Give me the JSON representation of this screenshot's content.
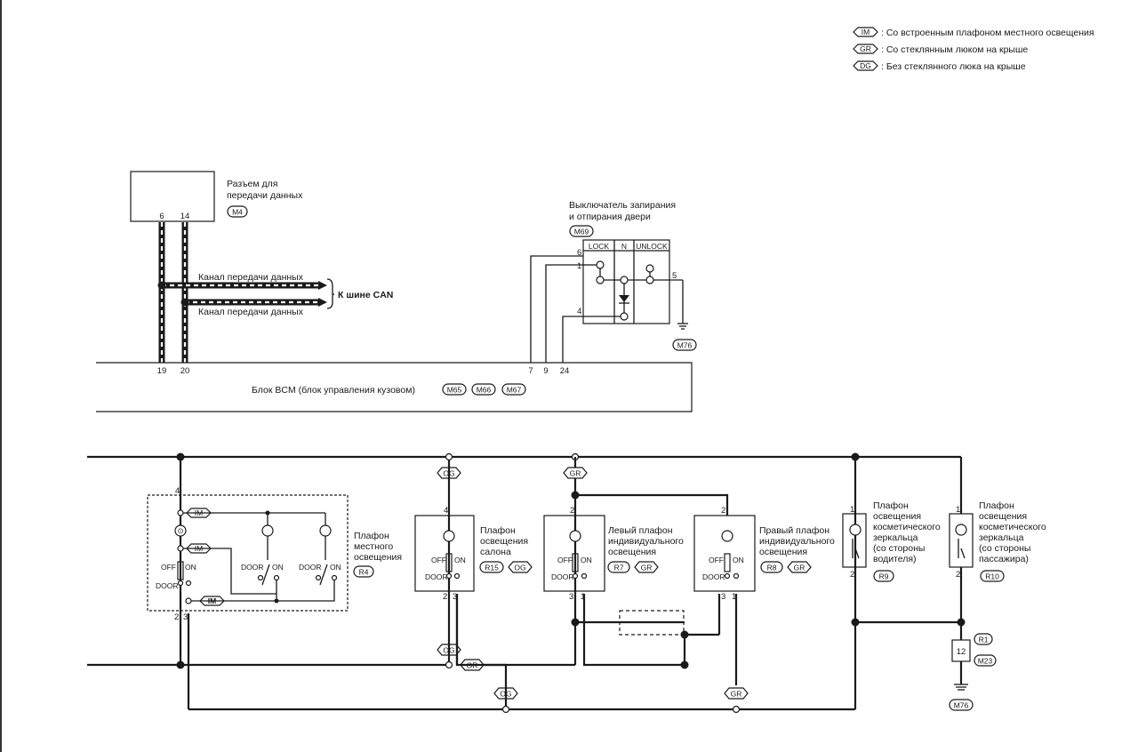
{
  "legend": [
    {
      "code": "IM",
      "text": ": Со встроенным плафоном местного освещения"
    },
    {
      "code": "GR",
      "text": ": Со стеклянным люком на крыше"
    },
    {
      "code": "DG",
      "text": ": Без стеклянного люка на крыше"
    }
  ],
  "data_connector": {
    "label1": "Разъем для",
    "label2": "передачи данных",
    "code": "M4",
    "pin_a": "6",
    "pin_b": "14"
  },
  "can": {
    "ch1": "Канал передачи данных",
    "ch2": "Канал передачи данных",
    "to_bus": "К шине CAN"
  },
  "door_switch": {
    "title1": "Выключатель запирания",
    "title2": "и отпирания двери",
    "code": "M69",
    "lock": "LOCK",
    "n": "N",
    "unlock": "UNLOCK",
    "pin6": "6",
    "pin1": "1",
    "pin4": "4",
    "pin5": "5",
    "ground": "M76"
  },
  "bcm": {
    "label": "Блок BCM (блок управления кузовом)",
    "codes": [
      "M65",
      "M66",
      "M67"
    ],
    "pins": [
      "19",
      "20",
      "7",
      "9",
      "24"
    ]
  },
  "map_lamp": {
    "l1": "Плафон",
    "l2": "местного",
    "l3": "освещения",
    "code": "R4",
    "pin4": "4",
    "pin2": "2",
    "pin3": "3",
    "im": "IM",
    "off": "OFF",
    "on": "ON",
    "door": "DOOR"
  },
  "room_lamp": {
    "l1": "Плафон",
    "l2": "освещения",
    "l3": "салона",
    "code": "R15",
    "tag": "OG",
    "pin4": "4",
    "pin2": "2",
    "pin3": "3"
  },
  "left_lamp": {
    "l1": "Левый плафон",
    "l2": "индивидуального",
    "l3": "освещения",
    "code": "R7",
    "tag": "GR",
    "pin2": "2",
    "pin3": "3",
    "pin1": "1"
  },
  "right_lamp": {
    "l1": "Правый плафон",
    "l2": "индивидуального",
    "l3": "освещения",
    "code": "R8",
    "tag": "GR",
    "pin2": "2",
    "pin3": "3",
    "pin1": "1"
  },
  "vanity_driver": {
    "l1": "Плафон",
    "l2": "освещения",
    "l3": "косметического",
    "l4": "зеркальца",
    "l5": "(со стороны",
    "l6": "водителя)",
    "code": "R9",
    "pin1": "1",
    "pin2": "2"
  },
  "vanity_pass": {
    "l1": "Плафон",
    "l2": "освещения",
    "l3": "косметического",
    "l4": "зеркальца",
    "l5": "(со стороны",
    "l6": "пассажира)",
    "code": "R10",
    "pin1": "1",
    "pin2": "2"
  },
  "connector_r1": {
    "a": "R1",
    "pin": "12",
    "b": "M23",
    "ground": "M76"
  },
  "tags": {
    "og": "OG",
    "gr": "GR"
  }
}
